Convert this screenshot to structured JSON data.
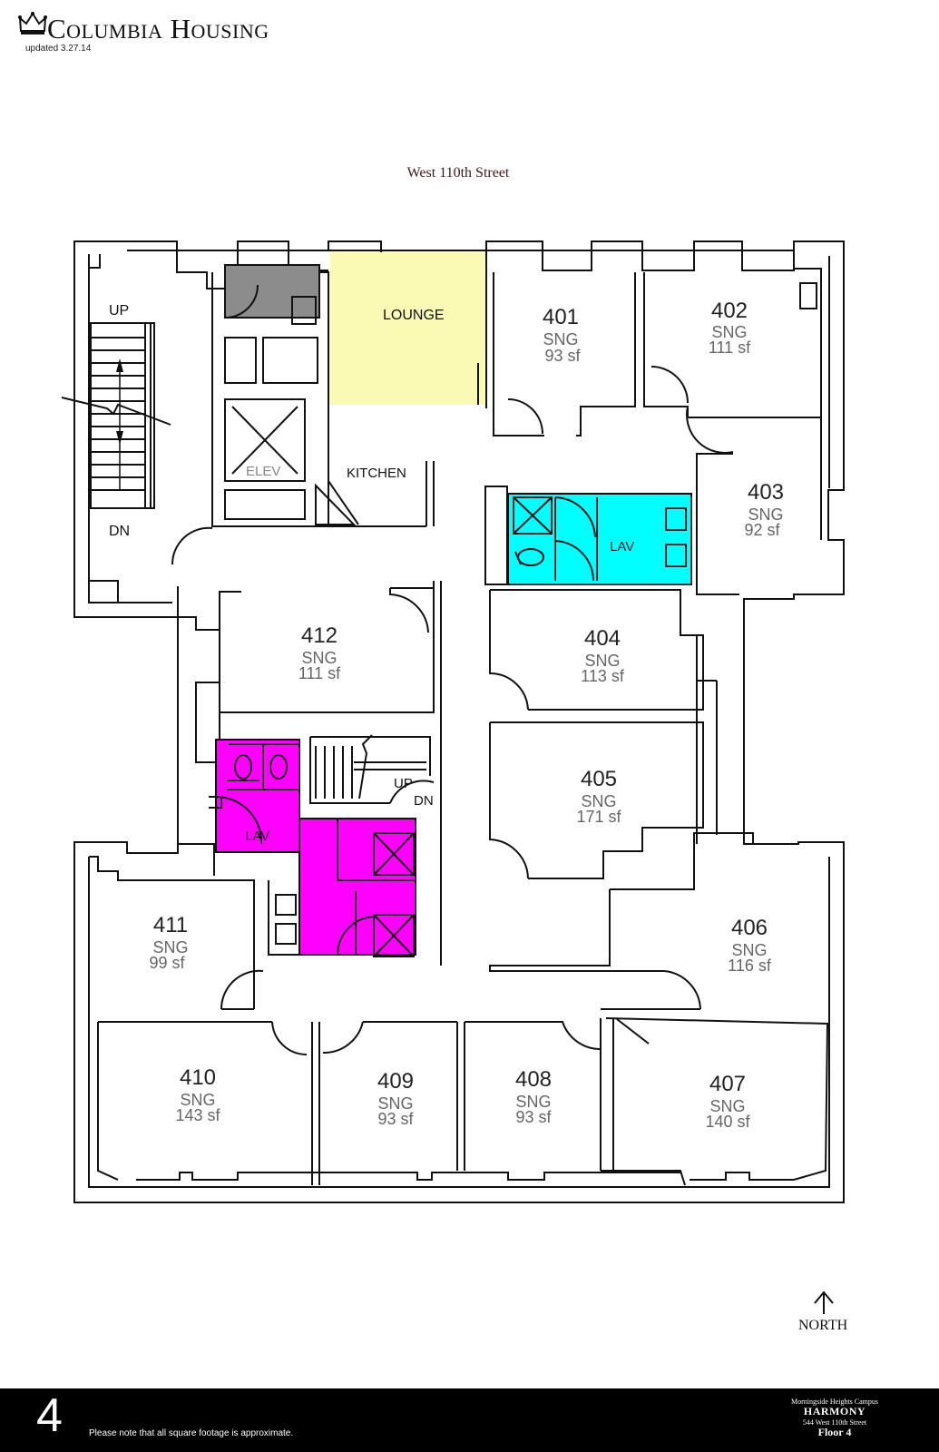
{
  "header": {
    "brand": "Columbia Housing",
    "updated": "updated 3.27.14"
  },
  "street": "West 110th Street",
  "labels": {
    "up_main": "UP",
    "dn_main": "DN",
    "elevator": "ELEV",
    "lounge": "LOUNGE",
    "kitchen": "KITCHEN",
    "lav_north": "LAV",
    "lav_south": "LAV",
    "up_center": "UP",
    "dn_center": "DN"
  },
  "rooms": [
    {
      "number": "401",
      "type": "SNG",
      "area": "93 sf"
    },
    {
      "number": "402",
      "type": "SNG",
      "area": "111 sf"
    },
    {
      "number": "403",
      "type": "SNG",
      "area": "92 sf"
    },
    {
      "number": "404",
      "type": "SNG",
      "area": "113 sf"
    },
    {
      "number": "405",
      "type": "SNG",
      "area": "171 sf"
    },
    {
      "number": "406",
      "type": "SNG",
      "area": "116 sf"
    },
    {
      "number": "407",
      "type": "SNG",
      "area": "140 sf"
    },
    {
      "number": "408",
      "type": "SNG",
      "area": "93 sf"
    },
    {
      "number": "409",
      "type": "SNG",
      "area": "93 sf"
    },
    {
      "number": "410",
      "type": "SNG",
      "area": "143 sf"
    },
    {
      "number": "411",
      "type": "SNG",
      "area": "99 sf"
    },
    {
      "number": "412",
      "type": "SNG",
      "area": "111 sf"
    }
  ],
  "colors": {
    "lounge": "#fafab4",
    "lav_north": "#00ffff",
    "lav_south": "#ff00ff",
    "mechanical": "#8c8c8c"
  },
  "compass": "NORTH",
  "footer": {
    "floor_number": "4",
    "disclaimer": "Please note that all square footage is approximate.",
    "campus": "Morningside Heights Campus",
    "building": "HARMONY",
    "address": "544 West 110th Street",
    "floor": "Floor 4"
  }
}
